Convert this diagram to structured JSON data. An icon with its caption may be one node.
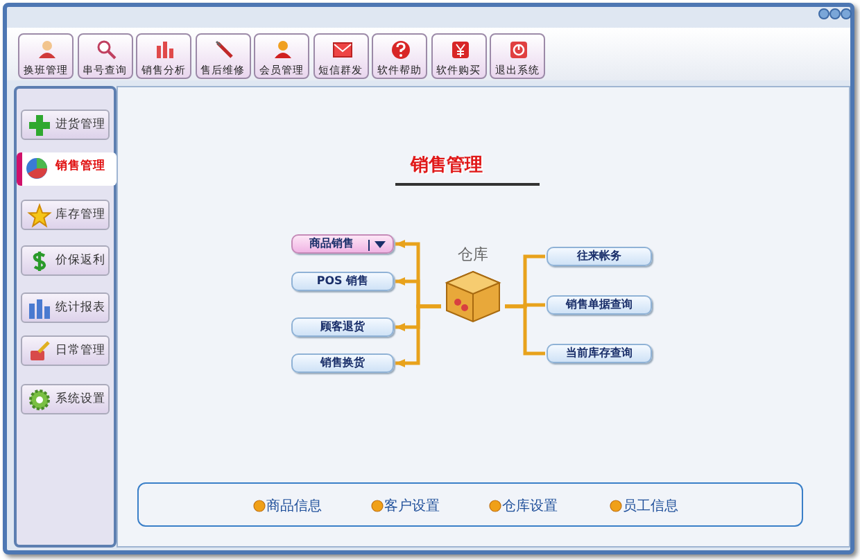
{
  "diagram": {
    "title": "销售管理",
    "nodes": [
      {
        "text": [
          "换班管理"
        ]
      },
      {
        "text": [
          "串号查询"
        ]
      },
      {
        "text": [
          "销售分析"
        ]
      },
      {
        "text": [
          "售后维修"
        ]
      },
      {
        "text": [
          "会员管理"
        ]
      },
      {
        "text": [
          "短信群发"
        ]
      },
      {
        "text": [
          "软件帮助"
        ]
      },
      {
        "text": [
          "软件购买"
        ]
      },
      {
        "text": [
          "退出系统"
        ]
      },
      {
        "text": [
          "进货管理"
        ]
      },
      {
        "text": [
          "销售管理"
        ]
      },
      {
        "text": [
          "库存管理"
        ]
      },
      {
        "text": [
          "价保返利"
        ]
      },
      {
        "text": [
          "统计报表"
        ]
      },
      {
        "text": [
          "日常管理"
        ]
      },
      {
        "text": [
          "系统设置"
        ]
      },
      {
        "text": [
          "商品销售"
        ]
      },
      {
        "text": [
          "POS 销售"
        ]
      },
      {
        "text": [
          "顾客退货"
        ]
      },
      {
        "text": [
          "销售换货"
        ]
      },
      {
        "text": [
          "仓库"
        ]
      },
      {
        "text": [
          "往来帐务"
        ]
      },
      {
        "text": [
          "销售单据查询"
        ]
      },
      {
        "text": [
          "当前库存查询"
        ]
      }
    ],
    "edges": [
      {
        "from": 20,
        "to": 16,
        "arrow": "to"
      },
      {
        "from": 20,
        "to": 17,
        "arrow": "to"
      },
      {
        "from": 20,
        "to": 18,
        "arrow": "to"
      },
      {
        "from": 20,
        "to": 19,
        "arrow": "to"
      },
      {
        "from": 20,
        "to": 21,
        "arrow": "none"
      },
      {
        "from": 20,
        "to": 22,
        "arrow": "none"
      },
      {
        "from": 20,
        "to": 23,
        "arrow": "none"
      }
    ],
    "labels": [
      "商品信息",
      "客户设置",
      "仓库设置",
      "员工信息"
    ]
  }
}
